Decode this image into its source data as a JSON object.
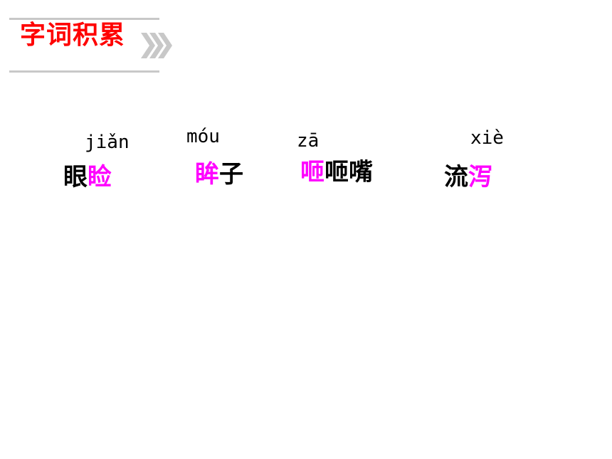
{
  "header": {
    "title": "字词积累",
    "title_color": "#ff0000",
    "icon": "triple-chevron-right-icon"
  },
  "colors": {
    "highlight": "#ff00ff",
    "normal": "#000000",
    "divider": "#c8c8c8"
  },
  "words": [
    {
      "pinyin": "jiǎn",
      "plain": "眼",
      "key": "睑"
    },
    {
      "pinyin": "móu",
      "key": "眸",
      "plain": "子"
    },
    {
      "pinyin": "zā",
      "key": "咂",
      "plain": "咂嘴"
    },
    {
      "pinyin": "xiè",
      "plain": "流",
      "key": "泻"
    }
  ]
}
